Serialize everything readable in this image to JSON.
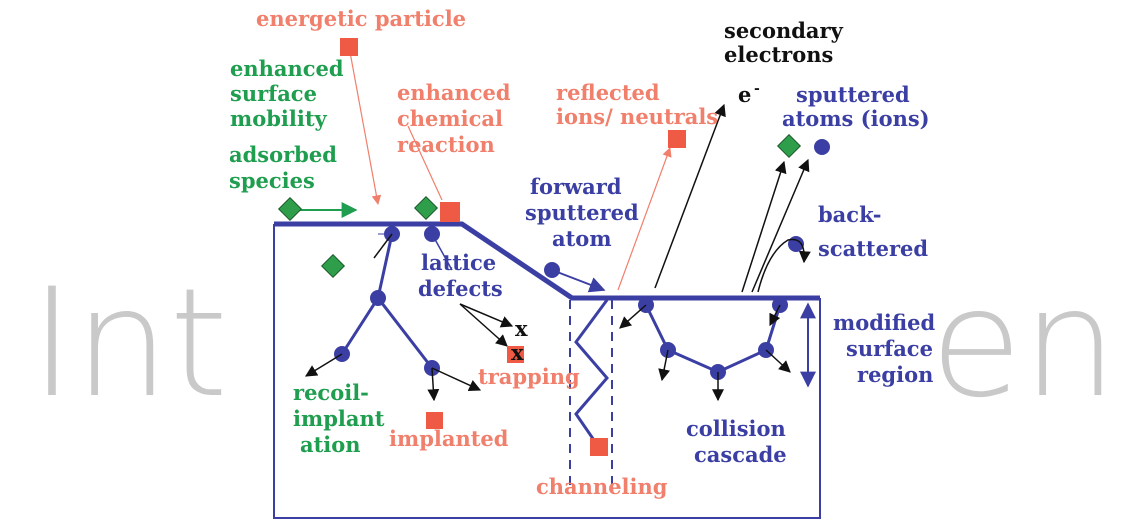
{
  "watermark": {
    "left": "Int",
    "right": "en"
  },
  "labels": {
    "energetic_particle": "energetic particle",
    "enhanced_surface_mobility": [
      "enhanced",
      "surface",
      "mobility"
    ],
    "adsorbed_species": [
      "adsorbed",
      "species"
    ],
    "enhanced_chemical_reaction": [
      "enhanced",
      "chemical",
      "reaction"
    ],
    "reflected_ions_neutrals": [
      "reflected",
      "ions/ neutrals"
    ],
    "secondary_electrons": [
      "secondary",
      "electrons"
    ],
    "electron_symbol": "e",
    "electron_superscript": "-",
    "sputtered_atoms": [
      "sputtered",
      "atoms (ions)"
    ],
    "forward_sputtered_atom": [
      "forward",
      "sputtered",
      "atom"
    ],
    "back_scattered": [
      "back-",
      "scattered"
    ],
    "lattice_defects": [
      "lattice",
      "defects"
    ],
    "trapping": "trapping",
    "modified_surface_region": [
      "modified",
      "surface",
      "region"
    ],
    "recoil_implantation": [
      "recoil-",
      "implant",
      "ation"
    ],
    "implanted": "implanted",
    "collision_cascade": [
      "collision",
      "cascade"
    ],
    "channeling": "channeling",
    "vacancy_mark": "x",
    "trap_mark": "x"
  },
  "colors": {
    "salmon": "#f07f6c",
    "green": "#1e9e4e",
    "blue": "#3b3fa3",
    "navy": "#2d2f8f",
    "black": "#111111",
    "watermark": "#c9c9c9",
    "particle_fill": "#ee5a44",
    "diamond_fill": "#2f9e4a"
  }
}
